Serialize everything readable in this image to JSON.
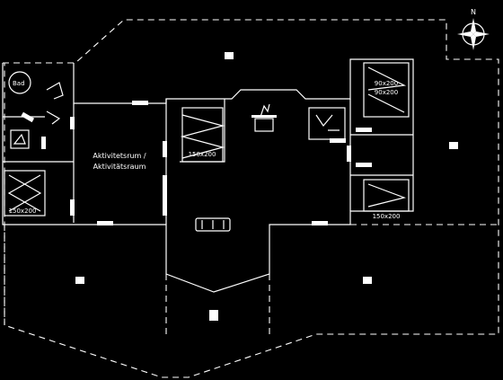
{
  "plan": {
    "room_labels": {
      "activity_room": [
        "Aktivitetsrum /",
        "Aktivitätsraum"
      ]
    },
    "bed_labels": {
      "bed_left": "150x200",
      "bed_center": "150x200",
      "bed_right_top_1": "90x200",
      "bed_right_top_2": "90x200",
      "bed_right_bottom": "150x200"
    },
    "compass": {
      "north_label": "N"
    },
    "icons": {
      "bath": "bathtub-icon",
      "stove": "fireplace-icon",
      "sofa": "sofa-icon",
      "toilet": "toilet-icon",
      "shower": "shower-icon",
      "sink": "sink-icon"
    }
  }
}
